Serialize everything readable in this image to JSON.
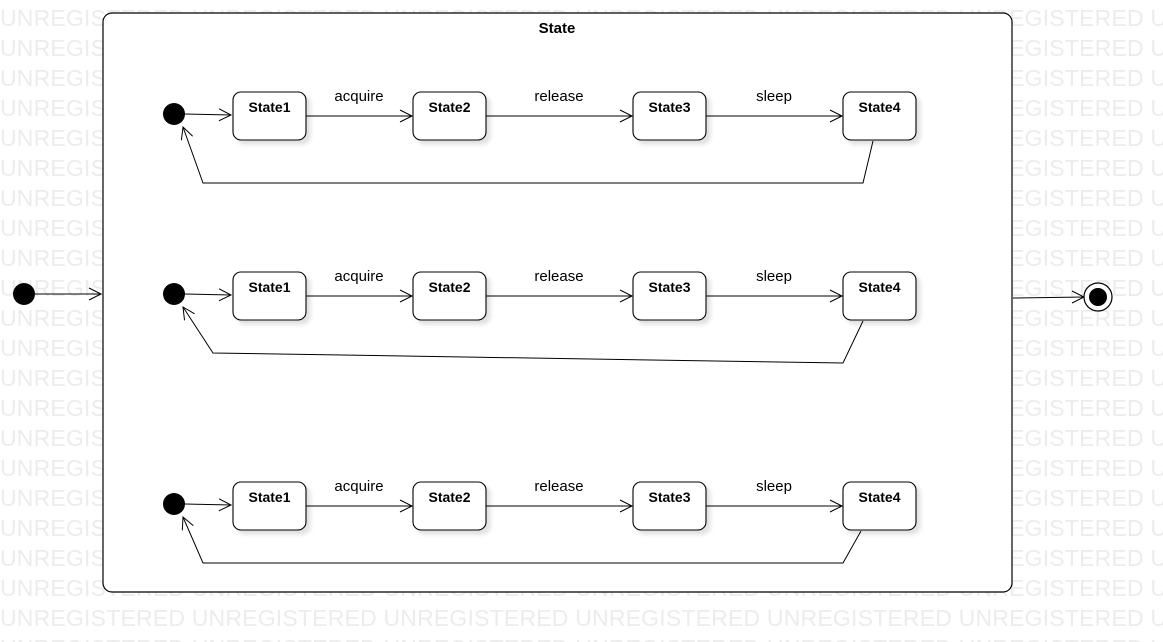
{
  "watermark_text": "UNREGISTERED",
  "composite": {
    "title": "State"
  },
  "rows": [
    {
      "states": [
        "State1",
        "State2",
        "State3",
        "State4"
      ],
      "transitions": [
        "acquire",
        "release",
        "sleep"
      ]
    },
    {
      "states": [
        "State1",
        "State2",
        "State3",
        "State4"
      ],
      "transitions": [
        "acquire",
        "release",
        "sleep"
      ]
    },
    {
      "states": [
        "State1",
        "State2",
        "State3",
        "State4"
      ],
      "transitions": [
        "acquire",
        "release",
        "sleep"
      ]
    }
  ]
}
